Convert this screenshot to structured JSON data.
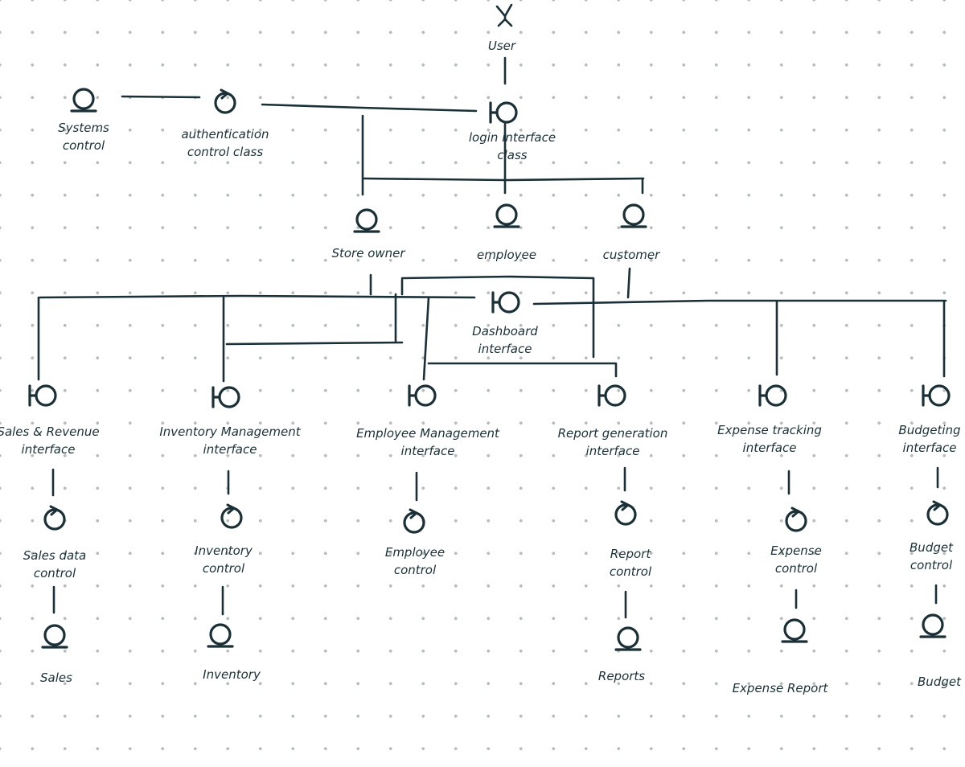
{
  "colors": {
    "ink": "#1a3036",
    "dots": "#b9bcbc",
    "paper": "#ffffff"
  },
  "nodes": {
    "user": {
      "kind": "actor",
      "label": [
        "User"
      ]
    },
    "systems_control": {
      "kind": "entity",
      "label": [
        "Systems",
        "control"
      ]
    },
    "auth_control": {
      "kind": "control",
      "label": [
        "authentication",
        "control class"
      ]
    },
    "login_interface": {
      "kind": "boundary",
      "label": [
        "login interface",
        "class"
      ]
    },
    "store_owner": {
      "kind": "entity",
      "label": [
        "Store owner"
      ]
    },
    "employee": {
      "kind": "entity",
      "label": [
        "employee"
      ]
    },
    "customer": {
      "kind": "entity",
      "label": [
        "customer"
      ]
    },
    "dashboard": {
      "kind": "boundary",
      "label": [
        "Dashboard",
        "interface"
      ]
    },
    "sales_interface": {
      "kind": "boundary",
      "label": [
        "Sales & Revenue",
        "interface"
      ]
    },
    "inv_interface": {
      "kind": "boundary",
      "label": [
        "Inventory Management",
        "interface"
      ]
    },
    "emp_interface": {
      "kind": "boundary",
      "label": [
        "Employee Management",
        "interface"
      ]
    },
    "rep_interface": {
      "kind": "boundary",
      "label": [
        "Report generation",
        "interface"
      ]
    },
    "exp_interface": {
      "kind": "boundary",
      "label": [
        "Expense tracking",
        "interface"
      ]
    },
    "bud_interface": {
      "kind": "boundary",
      "label": [
        "Budgeting",
        "interface"
      ]
    },
    "sales_control": {
      "kind": "control",
      "label": [
        "Sales data",
        "control"
      ]
    },
    "inv_control": {
      "kind": "control",
      "label": [
        "Inventory",
        "control"
      ]
    },
    "emp_control": {
      "kind": "control",
      "label": [
        "Employee",
        "control"
      ]
    },
    "rep_control": {
      "kind": "control",
      "label": [
        "Report",
        "control"
      ]
    },
    "exp_control": {
      "kind": "control",
      "label": [
        "Expense",
        "control"
      ]
    },
    "bud_control": {
      "kind": "control",
      "label": [
        "Budget",
        "control"
      ]
    },
    "sales_entity": {
      "kind": "entity",
      "label": [
        "Sales"
      ]
    },
    "inv_entity": {
      "kind": "entity",
      "label": [
        "Inventory"
      ]
    },
    "rep_entity": {
      "kind": "entity",
      "label": [
        "Reports"
      ]
    },
    "exp_entity": {
      "kind": "entity",
      "label": [
        "Expense Report"
      ]
    },
    "bud_entity": {
      "kind": "entity",
      "label": [
        "Budget"
      ]
    }
  }
}
